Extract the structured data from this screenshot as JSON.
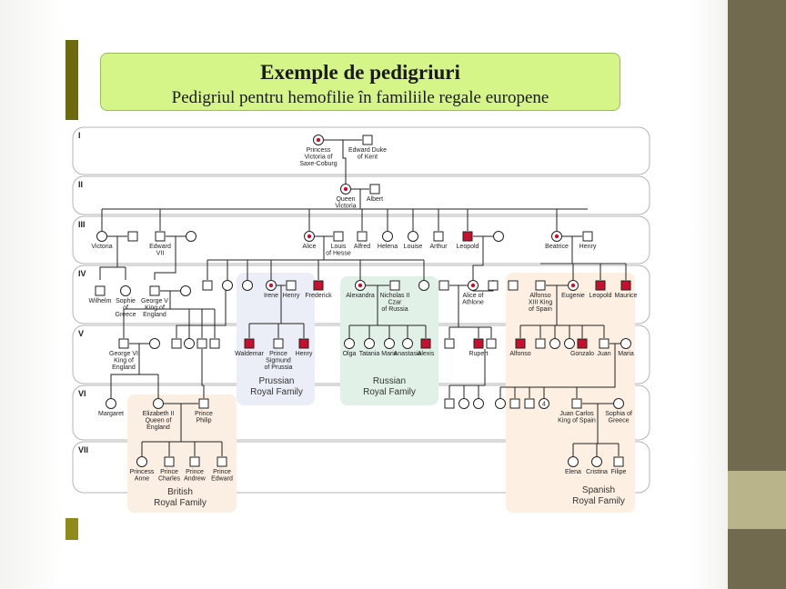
{
  "slide": {
    "title": "Exemple de pedigriuri",
    "subtitle": "Pedigriul pentru hemofilie în familiile regale europene"
  },
  "colors": {
    "affected": "#c8102e",
    "carrier_dot": "#c8102e",
    "title_bg": "#d6f589",
    "accent": "#6b6a0c",
    "side_bar": "#726a4e",
    "prussian_bg": "#eceef7",
    "russian_bg": "#e2f1e8",
    "british_bg": "#fbeee2",
    "spanish_bg": "#fdf0e2"
  },
  "diagram": {
    "generations": [
      "I",
      "II",
      "III",
      "IV",
      "V",
      "VI",
      "VII"
    ],
    "people": [
      {
        "id": "victoria_sc",
        "sex": "f",
        "status": "carrier",
        "label": [
          "Princess",
          "Victoria of",
          "Saxe-Coburg"
        ]
      },
      {
        "id": "edward_kent",
        "sex": "m",
        "status": "normal",
        "label": [
          "Edward Duke",
          "of Kent"
        ]
      },
      {
        "id": "queen_victoria",
        "sex": "f",
        "status": "carrier",
        "label": [
          "Queen",
          "Victoria"
        ]
      },
      {
        "id": "albert",
        "sex": "m",
        "status": "normal",
        "label": [
          "Albert"
        ]
      },
      {
        "id": "victoria3",
        "sex": "f",
        "status": "normal",
        "label": [
          "Victoria"
        ]
      },
      {
        "id": "v3_sp",
        "sex": "m",
        "status": "normal",
        "label": []
      },
      {
        "id": "edward7",
        "sex": "m",
        "status": "normal",
        "label": [
          "Edward",
          "VII"
        ]
      },
      {
        "id": "e7_sp",
        "sex": "f",
        "status": "normal",
        "label": []
      },
      {
        "id": "alice",
        "sex": "f",
        "status": "carrier",
        "label": [
          "Alice"
        ]
      },
      {
        "id": "louis",
        "sex": "m",
        "status": "normal",
        "label": [
          "Louis",
          "of Hesse"
        ]
      },
      {
        "id": "alfred",
        "sex": "m",
        "status": "normal",
        "label": [
          "Alfred"
        ]
      },
      {
        "id": "helena",
        "sex": "f",
        "status": "normal",
        "label": [
          "Helena"
        ]
      },
      {
        "id": "louise",
        "sex": "f",
        "status": "normal",
        "label": [
          "Louise"
        ]
      },
      {
        "id": "arthur",
        "sex": "m",
        "status": "normal",
        "label": [
          "Arthur"
        ]
      },
      {
        "id": "leopold3",
        "sex": "m",
        "status": "affected",
        "label": [
          "Leopold"
        ]
      },
      {
        "id": "l3_sp",
        "sex": "f",
        "status": "normal",
        "label": []
      },
      {
        "id": "beatrice",
        "sex": "f",
        "status": "carrier",
        "label": [
          "Beatrice"
        ]
      },
      {
        "id": "henry3",
        "sex": "m",
        "status": "normal",
        "label": [
          "Henry"
        ]
      },
      {
        "id": "wilhelm",
        "sex": "m",
        "status": "normal",
        "label": [
          "Wilhelm"
        ]
      },
      {
        "id": "sophie_g",
        "sex": "f",
        "status": "normal",
        "label": [
          "Sophie",
          "of",
          "Greece"
        ]
      },
      {
        "id": "george5",
        "sex": "m",
        "status": "normal",
        "label": [
          "George V",
          "King of",
          "England"
        ]
      },
      {
        "id": "g5_sp",
        "sex": "f",
        "status": "normal",
        "label": []
      },
      {
        "id": "a4_1",
        "sex": "m",
        "status": "normal",
        "label": []
      },
      {
        "id": "a4_2",
        "sex": "f",
        "status": "normal",
        "label": []
      },
      {
        "id": "a4_3",
        "sex": "f",
        "status": "normal",
        "label": []
      },
      {
        "id": "irene",
        "sex": "f",
        "status": "carrier",
        "label": [
          "Irene"
        ]
      },
      {
        "id": "henry4",
        "sex": "m",
        "status": "normal",
        "label": [
          "Henry"
        ]
      },
      {
        "id": "frederick",
        "sex": "m",
        "status": "affected",
        "label": [
          "Frederick"
        ]
      },
      {
        "id": "alexandra",
        "sex": "f",
        "status": "carrier",
        "label": [
          "Alexandra"
        ]
      },
      {
        "id": "nicholas",
        "sex": "m",
        "status": "normal",
        "label": [
          "Nicholas II",
          "Czar",
          "of Russia"
        ]
      },
      {
        "id": "a4_4",
        "sex": "f",
        "status": "normal",
        "label": []
      },
      {
        "id": "l4_sp",
        "sex": "m",
        "status": "normal",
        "label": []
      },
      {
        "id": "alice_ath",
        "sex": "f",
        "status": "carrier",
        "label": [
          "Alice of",
          "Athlone"
        ]
      },
      {
        "id": "l4_c",
        "sex": "m",
        "status": "normal",
        "label": []
      },
      {
        "id": "b4_1",
        "sex": "m",
        "status": "normal",
        "label": []
      },
      {
        "id": "alfonso13",
        "sex": "m",
        "status": "normal",
        "label": [
          "Alfonso",
          "XIII King",
          "of Spain"
        ]
      },
      {
        "id": "eugenie",
        "sex": "f",
        "status": "carrier",
        "label": [
          "Eugenie"
        ]
      },
      {
        "id": "leopold4",
        "sex": "m",
        "status": "affected",
        "label": [
          "Leopold"
        ]
      },
      {
        "id": "maurice",
        "sex": "m",
        "status": "affected",
        "label": [
          "Maurice"
        ]
      },
      {
        "id": "george6",
        "sex": "m",
        "status": "normal",
        "label": [
          "George VI",
          "King of",
          "England"
        ]
      },
      {
        "id": "g6_sp",
        "sex": "f",
        "status": "normal",
        "label": []
      },
      {
        "id": "c5_1",
        "sex": "m",
        "status": "normal",
        "label": []
      },
      {
        "id": "c5_2",
        "sex": "f",
        "status": "normal",
        "label": []
      },
      {
        "id": "c5_3",
        "sex": "m",
        "status": "normal",
        "label": []
      },
      {
        "id": "c5_4",
        "sex": "m",
        "status": "normal",
        "label": []
      },
      {
        "id": "waldemar",
        "sex": "m",
        "status": "affected",
        "label": [
          "Waldemar"
        ]
      },
      {
        "id": "sigmund",
        "sex": "m",
        "status": "normal",
        "label": [
          "Prince",
          "Sigmund",
          "of Prussia"
        ]
      },
      {
        "id": "henry5",
        "sex": "m",
        "status": "affected",
        "label": [
          "Henry"
        ]
      },
      {
        "id": "olga",
        "sex": "f",
        "status": "normal",
        "label": [
          "Olga"
        ]
      },
      {
        "id": "tatania",
        "sex": "f",
        "status": "normal",
        "label": [
          "Tatania"
        ]
      },
      {
        "id": "marie",
        "sex": "f",
        "status": "normal",
        "label": [
          "Marie"
        ]
      },
      {
        "id": "anastasia",
        "sex": "f",
        "status": "normal",
        "label": [
          "Anastasia"
        ]
      },
      {
        "id": "alexis",
        "sex": "m",
        "status": "affected",
        "label": [
          "Alexis"
        ]
      },
      {
        "id": "r5_1",
        "sex": "m",
        "status": "normal",
        "label": []
      },
      {
        "id": "rupert",
        "sex": "m",
        "status": "affected",
        "label": [
          "Rupert"
        ]
      },
      {
        "id": "r5_2",
        "sex": "m",
        "status": "normal",
        "label": []
      },
      {
        "id": "alfonso5",
        "sex": "m",
        "status": "affected",
        "label": [
          "Alfonso"
        ]
      },
      {
        "id": "s5_1",
        "sex": "m",
        "status": "normal",
        "label": []
      },
      {
        "id": "s5_2",
        "sex": "f",
        "status": "normal",
        "label": []
      },
      {
        "id": "s5_3",
        "sex": "f",
        "status": "normal",
        "label": []
      },
      {
        "id": "gonzalo",
        "sex": "m",
        "status": "affected",
        "label": [
          "Gonzalo"
        ]
      },
      {
        "id": "juan",
        "sex": "m",
        "status": "normal",
        "label": [
          "Juan"
        ]
      },
      {
        "id": "maria",
        "sex": "f",
        "status": "normal",
        "label": [
          "Maria"
        ]
      },
      {
        "id": "margaret",
        "sex": "f",
        "status": "normal",
        "label": [
          "Margaret"
        ]
      },
      {
        "id": "elizabeth2",
        "sex": "f",
        "status": "normal",
        "label": [
          "Elizabeth II",
          "Queen of",
          "England"
        ]
      },
      {
        "id": "philip",
        "sex": "m",
        "status": "normal",
        "label": [
          "Prince",
          "Philip"
        ]
      },
      {
        "id": "r6_1",
        "sex": "m",
        "status": "normal",
        "label": []
      },
      {
        "id": "r6_2",
        "sex": "f",
        "status": "normal",
        "label": []
      },
      {
        "id": "r6_3",
        "sex": "f",
        "status": "normal",
        "label": []
      },
      {
        "id": "s6_1",
        "sex": "f",
        "status": "normal",
        "label": []
      },
      {
        "id": "s6_2",
        "sex": "m",
        "status": "normal",
        "label": []
      },
      {
        "id": "s6_3",
        "sex": "m",
        "status": "normal",
        "label": []
      },
      {
        "id": "s6_4",
        "sex": "u",
        "status": "normal",
        "label": [
          "4"
        ]
      },
      {
        "id": "juancarlos",
        "sex": "m",
        "status": "normal",
        "label": [
          "Juan Carlos",
          "King of Spain"
        ]
      },
      {
        "id": "sophia",
        "sex": "f",
        "status": "normal",
        "label": [
          "Sophia of",
          "Greece"
        ]
      },
      {
        "id": "anne",
        "sex": "f",
        "status": "normal",
        "label": [
          "Princess",
          "Anne"
        ]
      },
      {
        "id": "charles",
        "sex": "m",
        "status": "normal",
        "label": [
          "Prince",
          "Charles"
        ]
      },
      {
        "id": "andrew",
        "sex": "m",
        "status": "normal",
        "label": [
          "Prince",
          "Andrew"
        ]
      },
      {
        "id": "edward7g",
        "sex": "m",
        "status": "normal",
        "label": [
          "Prince",
          "Edward"
        ]
      },
      {
        "id": "elena",
        "sex": "f",
        "status": "normal",
        "label": [
          "Elena"
        ]
      },
      {
        "id": "cristina",
        "sex": "f",
        "status": "normal",
        "label": [
          "Cristina"
        ]
      },
      {
        "id": "filipe",
        "sex": "m",
        "status": "normal",
        "label": [
          "Filipe"
        ]
      }
    ],
    "families": [
      {
        "id": "prussian",
        "label": [
          "Prussian",
          "Royal Family"
        ]
      },
      {
        "id": "russian",
        "label": [
          "Russian",
          "Royal Family"
        ]
      },
      {
        "id": "british",
        "label": [
          "British",
          "Royal Family"
        ]
      },
      {
        "id": "spanish",
        "label": [
          "Spanish",
          "Royal Family"
        ]
      }
    ]
  }
}
